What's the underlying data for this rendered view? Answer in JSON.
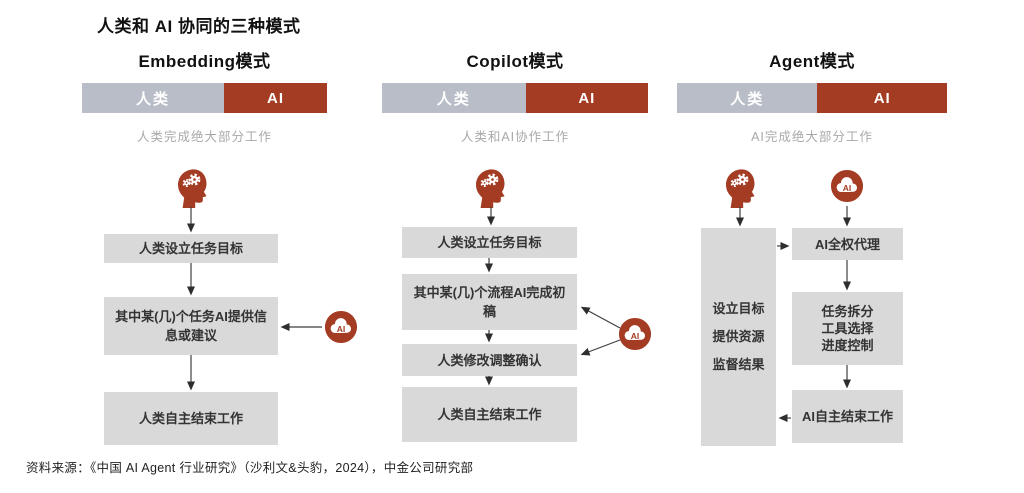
{
  "title": "人类和 AI 协同的三种模式",
  "source_note": "资料来源：《中国 AI Agent 行业研究》（沙利文&头豹，2024），中金公司研究部",
  "ai_badge": "AI",
  "colors": {
    "accent_red": "#a43b23",
    "human_gray": "#b9bdc7",
    "box_gray": "#d9d9d9",
    "caption_gray": "#a9a9a9"
  },
  "columns": [
    {
      "header": "Embedding模式",
      "bar": {
        "human_label": "人类",
        "ai_label": "AI",
        "human_width": "58%",
        "ai_width": "42%"
      },
      "caption": "人类完成绝大部分工作",
      "boxes": {
        "b1": "人类设立任务目标",
        "b2": "其中某(几)个任务AI提供信息或建议",
        "b3": "人类自主结束工作"
      }
    },
    {
      "header": "Copilot模式",
      "bar": {
        "human_label": "人类",
        "ai_label": "AI",
        "human_width": "54%",
        "ai_width": "46%"
      },
      "caption": "人类和AI协作工作",
      "boxes": {
        "b1": "人类设立任务目标",
        "b2": "其中某(几)个流程AI完成初稿",
        "b3": "人类修改调整确认",
        "b4": "人类自主结束工作"
      }
    },
    {
      "header": "Agent模式",
      "bar": {
        "human_label": "人类",
        "ai_label": "AI",
        "human_width": "52%",
        "ai_width": "48%"
      },
      "caption": "AI完成绝大部分工作",
      "supervision_box": "设立目标\n提供资源\n监督结果",
      "boxes": {
        "b1": "AI全权代理",
        "b2": "任务拆分\n工具选择\n进度控制",
        "b3": "AI自主结束工作"
      }
    }
  ]
}
